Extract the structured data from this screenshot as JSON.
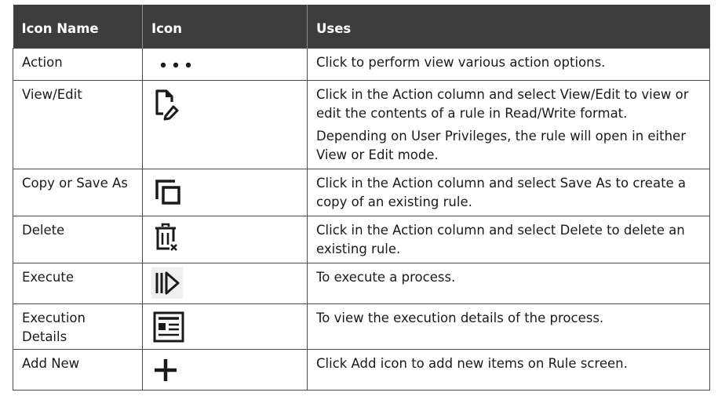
{
  "table": {
    "headers": [
      "Icon Name",
      "Icon",
      "Uses"
    ],
    "rows": [
      {
        "name": "Action",
        "icon": "more-horizontal-icon",
        "uses": [
          "Click to perform view various action options."
        ]
      },
      {
        "name": "View/Edit",
        "icon": "document-edit-icon",
        "uses": [
          "Click in the Action column and select View/Edit to view or edit the contents of a rule in Read/Write format.",
          "Depending on User Privileges, the rule will open in either View or Edit mode."
        ]
      },
      {
        "name": "Copy or Save As",
        "icon": "copy-icon",
        "uses": [
          "Click in the Action column and select Save As to create a copy of an existing rule."
        ]
      },
      {
        "name": "Delete",
        "icon": "trash-icon",
        "uses": [
          "Click in the Action column and select Delete to delete an existing rule."
        ]
      },
      {
        "name": "Execute",
        "icon": "execute-icon",
        "uses": [
          "To execute a process."
        ]
      },
      {
        "name": "Execution Details",
        "icon": "execution-details-icon",
        "uses": [
          "To view the execution details of the process."
        ]
      },
      {
        "name": "Add New",
        "icon": "plus-icon",
        "uses": [
          "Click Add icon to add new items on Rule screen."
        ]
      }
    ]
  }
}
